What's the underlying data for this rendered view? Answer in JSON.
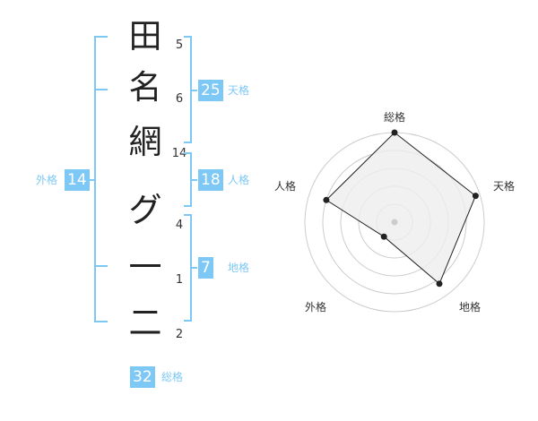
{
  "name_chars": [
    {
      "char": "田",
      "strokes": "5"
    },
    {
      "char": "名",
      "strokes": "6"
    },
    {
      "char": "網",
      "strokes": "14"
    },
    {
      "char": "グ",
      "strokes": "4"
    },
    {
      "char": "一",
      "strokes": "1"
    },
    {
      "char": "二",
      "strokes": "2"
    }
  ],
  "fortunes": {
    "tenkaku": {
      "value": "25",
      "label": "天格"
    },
    "jinkaku": {
      "value": "18",
      "label": "人格"
    },
    "chikaku": {
      "value": "7",
      "label": "地格"
    },
    "gaikaku": {
      "value": "14",
      "label": "外格"
    },
    "soukaku": {
      "value": "32",
      "label": "総格"
    }
  },
  "colors": {
    "accent": "#7ec8f5",
    "bracket": "#7ec8f5",
    "radar_fill": "#eeeeee",
    "radar_line": "#222222",
    "grid": "#cccccc"
  },
  "chart_data": {
    "type": "radar",
    "axes": [
      "総格",
      "天格",
      "地格",
      "外格",
      "人格"
    ],
    "values": [
      1.0,
      0.95,
      0.85,
      0.2,
      0.8
    ],
    "range": [
      0,
      1
    ],
    "rings": 5
  }
}
